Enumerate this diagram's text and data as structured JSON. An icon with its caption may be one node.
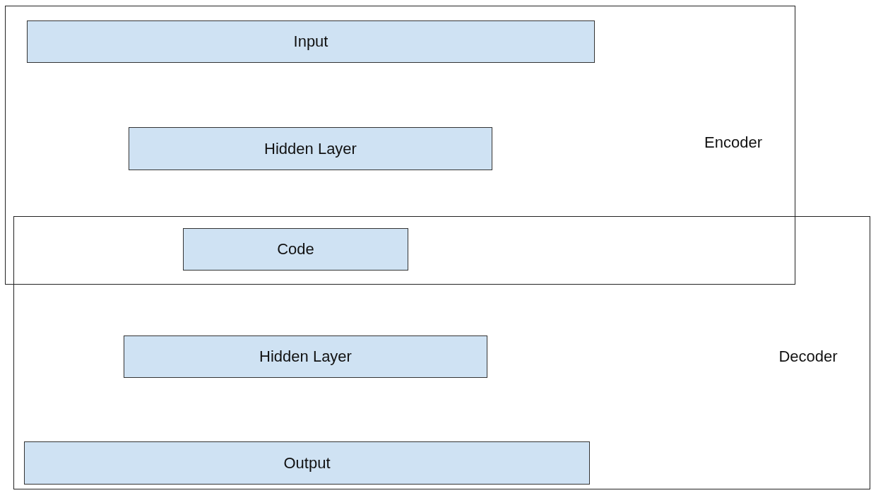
{
  "diagram": {
    "nodes": [
      {
        "text": [
          "Encoder"
        ]
      },
      {
        "text": [
          "Input"
        ],
        "in": 0
      },
      {
        "text": [
          "Hidden Layer"
        ],
        "in": 0
      },
      {
        "text": [
          "Code"
        ]
      },
      {
        "text": [
          "Decoder"
        ]
      },
      {
        "text": [
          "Hidden Layer"
        ],
        "in": 4
      },
      {
        "text": [
          "Output"
        ],
        "in": 4
      }
    ]
  }
}
